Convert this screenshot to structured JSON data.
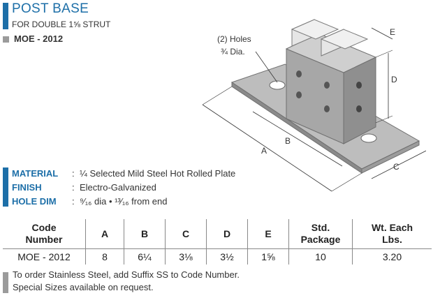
{
  "header": {
    "title": "POST BASE",
    "subtitle": "FOR DOUBLE 1⅝ STRUT",
    "model": "MOE - 2012"
  },
  "drawing": {
    "holes_label_line1": "(2) Holes",
    "holes_label_line2": "¾  Dia.",
    "dim_a": "A",
    "dim_b": "B",
    "dim_c": "C",
    "dim_d": "D",
    "dim_e": "E"
  },
  "specs": [
    {
      "label": "MATERIAL",
      "value": "¼ Selected Mild Steel Hot Rolled Plate"
    },
    {
      "label": "FINISH",
      "value": "Electro-Galvanized"
    },
    {
      "label": "HOLE DIM",
      "value": "⁹⁄₁₆ dia  •  ¹³⁄₁₆ from end"
    }
  ],
  "spec_colon": ":",
  "table": {
    "headers": [
      "Code\nNumber",
      "A",
      "B",
      "C",
      "D",
      "E",
      "Std.\nPackage",
      "Wt. Each\nLbs."
    ],
    "rows": [
      [
        "MOE - 2012",
        "8",
        "6¼",
        "3⅛",
        "3½",
        "1⅝",
        "10",
        "3.20"
      ]
    ]
  },
  "notes": {
    "line1": "To order Stainless Steel, add Suffix SS to Code Number.",
    "line2": "Special Sizes available on request."
  },
  "colors": {
    "accent_blue": "#1d6fa8",
    "grey_marker": "#9b9b9b"
  }
}
